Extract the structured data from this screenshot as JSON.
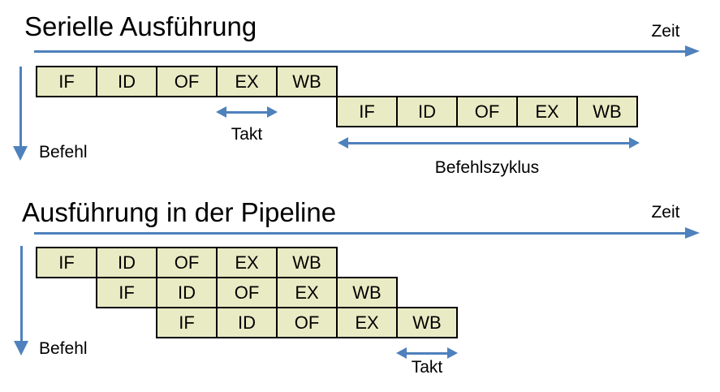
{
  "colors": {
    "arrow_blue": "#4F81BD",
    "box_fill": "#E9EBC4",
    "box_border": "#000000",
    "background": "#FFFFFF",
    "text": "#000000"
  },
  "stages": [
    "IF",
    "ID",
    "OF",
    "EX",
    "WB"
  ],
  "serial": {
    "title": "Serielle Ausführung",
    "zeit_label": "Zeit",
    "befehl_label": "Befehl",
    "takt_label": "Takt",
    "befehlszyklus_label": "Befehlszyklus"
  },
  "pipeline": {
    "title": "Ausführung in der Pipeline",
    "zeit_label": "Zeit",
    "befehl_label": "Befehl",
    "takt_label": "Takt"
  }
}
